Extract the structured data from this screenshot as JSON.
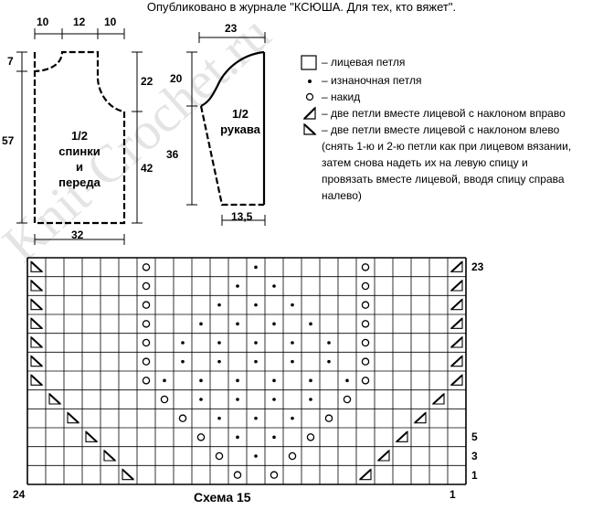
{
  "header": "Опубликовано в журнале \"КСЮША. Для тех, кто вяжет\".",
  "body_piece": {
    "label_lines": [
      "1/2",
      "спинки",
      "и",
      "переда"
    ],
    "dims": {
      "top_left": "10",
      "top_mid": "12",
      "top_right": "10",
      "left_top": "7",
      "left_main": "57",
      "right_top": "22",
      "right_main": "42",
      "bottom": "32"
    }
  },
  "sleeve_piece": {
    "label_lines": [
      "1/2",
      "рукава"
    ],
    "dims": {
      "top": "23",
      "left_top": "20",
      "left_main": "36",
      "bottom": "13,5"
    }
  },
  "legend": {
    "items": [
      {
        "symbol": "square-icon",
        "text": "– лицевая петля"
      },
      {
        "symbol": "dot-icon",
        "text": "– изнаночная петля"
      },
      {
        "symbol": "circle-icon",
        "text": "– накид"
      },
      {
        "symbol": "decrease-right-icon",
        "text": "– две петли вместе лицевой с наклоном вправо"
      },
      {
        "symbol": "decrease-left-icon",
        "text": "– две петли вместе лицевой с наклоном влево"
      }
    ],
    "note_lines": [
      "(снять 1-ю и 2-ю петли как при лицевом вязании,",
      "затем снова надеть их на левую спицу и",
      "провязать вместе лицевой, вводя спицу справа",
      "налево)"
    ]
  },
  "chart": {
    "title": "Схема 15",
    "cols": 24,
    "rows": 12,
    "row_labels": [
      {
        "row": 12,
        "text": "23"
      },
      {
        "row": 3,
        "text": "5"
      },
      {
        "row": 2,
        "text": "3"
      },
      {
        "row": 1,
        "text": "1"
      }
    ],
    "col_labels": {
      "left": "24",
      "right": "1"
    },
    "symbols": [
      {
        "row": 12,
        "col": 24,
        "sym": "R"
      },
      {
        "row": 12,
        "col": 18,
        "sym": "O"
      },
      {
        "row": 12,
        "col": 12,
        "sym": "P"
      },
      {
        "row": 12,
        "col": 6,
        "sym": "O"
      },
      {
        "row": 12,
        "col": 1,
        "sym": "L"
      },
      {
        "row": 11,
        "col": 24,
        "sym": "R"
      },
      {
        "row": 11,
        "col": 18,
        "sym": "O"
      },
      {
        "row": 11,
        "col": 13,
        "sym": "P"
      },
      {
        "row": 11,
        "col": 11,
        "sym": "P"
      },
      {
        "row": 11,
        "col": 6,
        "sym": "O"
      },
      {
        "row": 11,
        "col": 1,
        "sym": "L"
      },
      {
        "row": 10,
        "col": 24,
        "sym": "R"
      },
      {
        "row": 10,
        "col": 18,
        "sym": "O"
      },
      {
        "row": 10,
        "col": 14,
        "sym": "P"
      },
      {
        "row": 10,
        "col": 12,
        "sym": "P"
      },
      {
        "row": 10,
        "col": 10,
        "sym": "P"
      },
      {
        "row": 10,
        "col": 6,
        "sym": "O"
      },
      {
        "row": 10,
        "col": 1,
        "sym": "L"
      },
      {
        "row": 9,
        "col": 24,
        "sym": "R"
      },
      {
        "row": 9,
        "col": 18,
        "sym": "O"
      },
      {
        "row": 9,
        "col": 15,
        "sym": "P"
      },
      {
        "row": 9,
        "col": 13,
        "sym": "P"
      },
      {
        "row": 9,
        "col": 11,
        "sym": "P"
      },
      {
        "row": 9,
        "col": 9,
        "sym": "P"
      },
      {
        "row": 9,
        "col": 6,
        "sym": "O"
      },
      {
        "row": 9,
        "col": 1,
        "sym": "L"
      },
      {
        "row": 8,
        "col": 24,
        "sym": "R"
      },
      {
        "row": 8,
        "col": 18,
        "sym": "O"
      },
      {
        "row": 8,
        "col": 16,
        "sym": "P"
      },
      {
        "row": 8,
        "col": 14,
        "sym": "P"
      },
      {
        "row": 8,
        "col": 12,
        "sym": "P"
      },
      {
        "row": 8,
        "col": 10,
        "sym": "P"
      },
      {
        "row": 8,
        "col": 8,
        "sym": "P"
      },
      {
        "row": 8,
        "col": 6,
        "sym": "O"
      },
      {
        "row": 8,
        "col": 1,
        "sym": "L"
      },
      {
        "row": 7,
        "col": 24,
        "sym": "R"
      },
      {
        "row": 7,
        "col": 18,
        "sym": "O"
      },
      {
        "row": 7,
        "col": 16,
        "sym": "P"
      },
      {
        "row": 7,
        "col": 14,
        "sym": "P"
      },
      {
        "row": 7,
        "col": 12,
        "sym": "P"
      },
      {
        "row": 7,
        "col": 10,
        "sym": "P"
      },
      {
        "row": 7,
        "col": 8,
        "sym": "P"
      },
      {
        "row": 7,
        "col": 6,
        "sym": "O"
      },
      {
        "row": 7,
        "col": 1,
        "sym": "L"
      },
      {
        "row": 6,
        "col": 24,
        "sym": "R"
      },
      {
        "row": 6,
        "col": 18,
        "sym": "O"
      },
      {
        "row": 6,
        "col": 17,
        "sym": "P"
      },
      {
        "row": 6,
        "col": 15,
        "sym": "P"
      },
      {
        "row": 6,
        "col": 13,
        "sym": "P"
      },
      {
        "row": 6,
        "col": 11,
        "sym": "P"
      },
      {
        "row": 6,
        "col": 9,
        "sym": "P"
      },
      {
        "row": 6,
        "col": 7,
        "sym": "P"
      },
      {
        "row": 6,
        "col": 6,
        "sym": "O"
      },
      {
        "row": 6,
        "col": 1,
        "sym": "L"
      },
      {
        "row": 5,
        "col": 23,
        "sym": "R"
      },
      {
        "row": 5,
        "col": 17,
        "sym": "O"
      },
      {
        "row": 5,
        "col": 15,
        "sym": "P"
      },
      {
        "row": 5,
        "col": 13,
        "sym": "P"
      },
      {
        "row": 5,
        "col": 11,
        "sym": "P"
      },
      {
        "row": 5,
        "col": 9,
        "sym": "P"
      },
      {
        "row": 5,
        "col": 7,
        "sym": "O"
      },
      {
        "row": 5,
        "col": 2,
        "sym": "L"
      },
      {
        "row": 4,
        "col": 22,
        "sym": "R"
      },
      {
        "row": 4,
        "col": 16,
        "sym": "O"
      },
      {
        "row": 4,
        "col": 14,
        "sym": "P"
      },
      {
        "row": 4,
        "col": 12,
        "sym": "P"
      },
      {
        "row": 4,
        "col": 10,
        "sym": "P"
      },
      {
        "row": 4,
        "col": 8,
        "sym": "O"
      },
      {
        "row": 4,
        "col": 3,
        "sym": "L"
      },
      {
        "row": 3,
        "col": 21,
        "sym": "R"
      },
      {
        "row": 3,
        "col": 15,
        "sym": "O"
      },
      {
        "row": 3,
        "col": 13,
        "sym": "P"
      },
      {
        "row": 3,
        "col": 11,
        "sym": "P"
      },
      {
        "row": 3,
        "col": 9,
        "sym": "O"
      },
      {
        "row": 3,
        "col": 4,
        "sym": "L"
      },
      {
        "row": 2,
        "col": 20,
        "sym": "R"
      },
      {
        "row": 2,
        "col": 14,
        "sym": "O"
      },
      {
        "row": 2,
        "col": 12,
        "sym": "P"
      },
      {
        "row": 2,
        "col": 10,
        "sym": "O"
      },
      {
        "row": 2,
        "col": 5,
        "sym": "L"
      },
      {
        "row": 1,
        "col": 19,
        "sym": "R"
      },
      {
        "row": 1,
        "col": 13,
        "sym": "O"
      },
      {
        "row": 1,
        "col": 11,
        "sym": "O"
      },
      {
        "row": 1,
        "col": 6,
        "sym": "L"
      }
    ]
  },
  "watermark": "Knit-Crochet.ru"
}
